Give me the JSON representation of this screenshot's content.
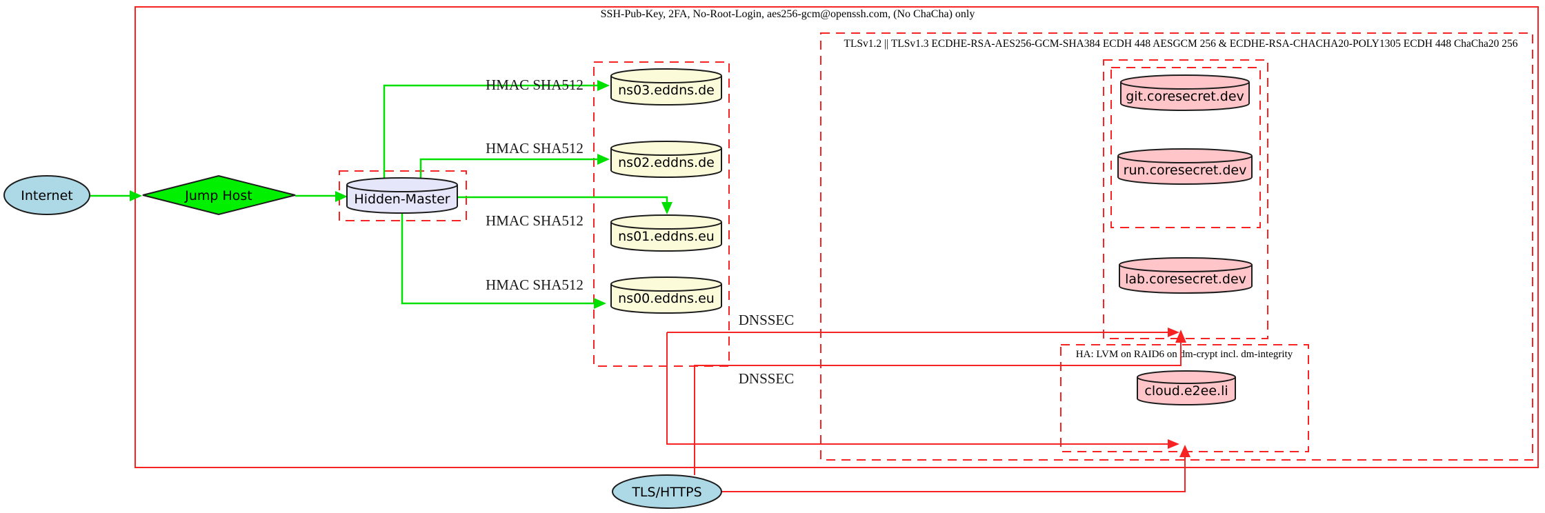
{
  "diagram": {
    "title_hint": "Secure DNS / hosting infrastructure diagram",
    "clusters": {
      "ssh_policy": {
        "label": "SSH-Pub-Key, 2FA, No-Root-Login, aes256-gcm@openssh.com, (No ChaCha) only"
      },
      "tls_policy": {
        "label": "TLSv1.2 || TLSv1.3 ECDHE-RSA-AES256-GCM-SHA384 ECDH 448 AESGCM 256 & ECDHE-RSA-CHACHA20-POLY1305 ECDH 448 ChaCha20 256"
      },
      "ha_storage": {
        "label": "HA: LVM on RAID6 on dm-crypt incl. dm-integrity"
      },
      "eddns_group": {
        "label": ""
      },
      "coresecret_group": {
        "label": ""
      },
      "hidden_master_group": {
        "label": ""
      }
    },
    "nodes": {
      "internet": {
        "label": "Internet",
        "shape": "ellipse"
      },
      "jump_host": {
        "label": "Jump Host",
        "shape": "diamond"
      },
      "hidden_master": {
        "label": "Hidden-Master",
        "shape": "cylinder"
      },
      "ns03": {
        "label": "ns03.eddns.de",
        "shape": "cylinder"
      },
      "ns02": {
        "label": "ns02.eddns.de",
        "shape": "cylinder"
      },
      "ns01": {
        "label": "ns01.eddns.eu",
        "shape": "cylinder"
      },
      "ns00": {
        "label": "ns00.eddns.eu",
        "shape": "cylinder"
      },
      "git": {
        "label": "git.coresecret.dev",
        "shape": "cylinder"
      },
      "run": {
        "label": "run.coresecret.dev",
        "shape": "cylinder"
      },
      "lab": {
        "label": "lab.coresecret.dev",
        "shape": "cylinder"
      },
      "cloud": {
        "label": "cloud.e2ee.li",
        "shape": "cylinder"
      },
      "tls_https": {
        "label": "TLS/HTTPS",
        "shape": "ellipse"
      }
    },
    "edge_labels": {
      "hmac1": "HMAC SHA512",
      "hmac2": "HMAC SHA512",
      "hmac3": "HMAC SHA512",
      "hmac4": "HMAC SHA512",
      "dnssec1": "DNSSEC",
      "dnssec2": "DNSSEC"
    },
    "colors": {
      "edge_green": "#00e000",
      "edge_red": "#f82222",
      "cluster_red": "#f82222",
      "node_internet": "#add8e6",
      "node_jump": "#00f000",
      "node_master": "#e6e6fa",
      "node_dns": "#fbfbd9",
      "node_service": "#ffc5c8",
      "node_tls": "#add8e6",
      "node_stroke": "#1c1c1c"
    }
  }
}
